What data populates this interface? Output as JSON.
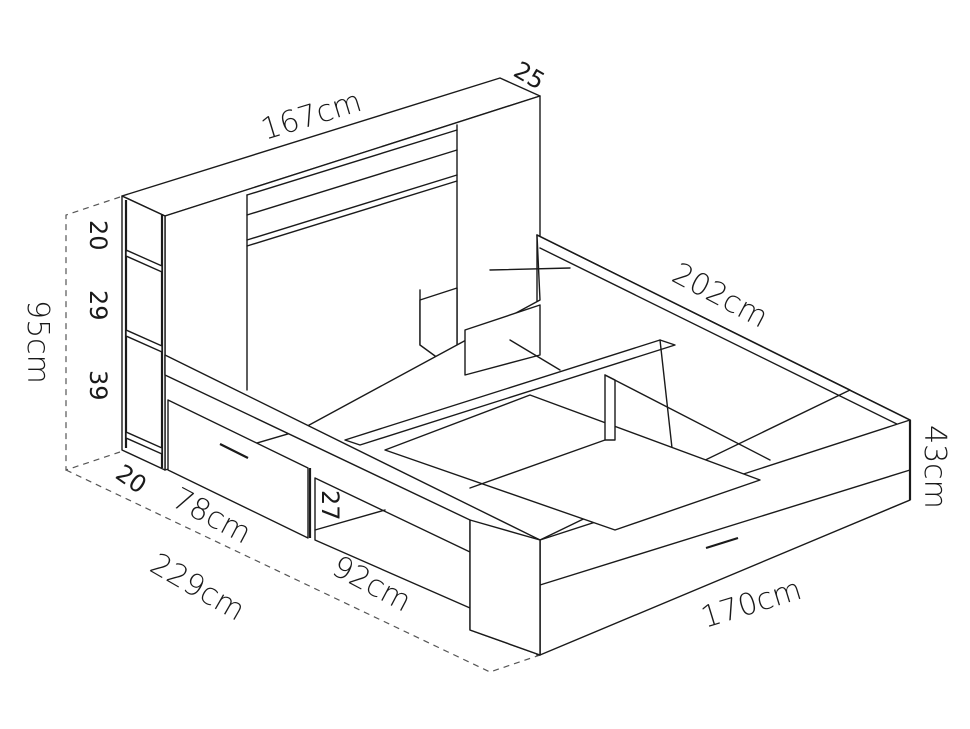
{
  "diagram": {
    "subject": "Bed frame with storage headboard and drawers",
    "colors": {
      "line": "#1a1a1a",
      "background": "#ffffff",
      "dashed_guide": "#555555"
    },
    "dimensions": {
      "headboard_width": "167cm",
      "headboard_depth": "25",
      "bed_length": "202cm",
      "total_height": "95cm",
      "shelf_1": "20",
      "shelf_2": "29",
      "shelf_3": "39",
      "shelf_depth": "20",
      "drawer_width": "78cm",
      "total_length": "229cm",
      "open_shelf_height": "27",
      "open_shelf_width": "92cm",
      "frame_height": "43cm",
      "frame_width": "170cm"
    }
  }
}
